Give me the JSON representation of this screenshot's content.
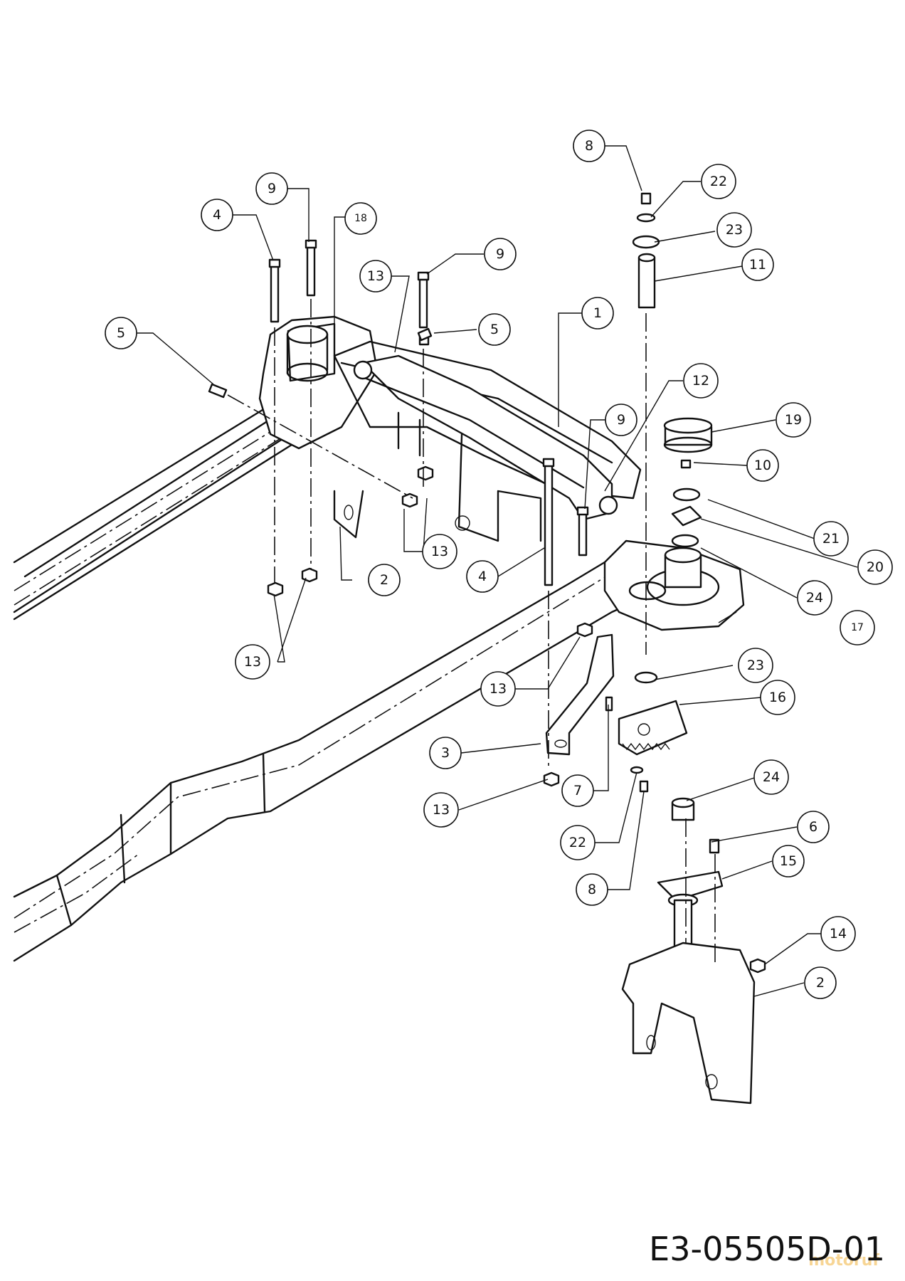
{
  "diagram": {
    "drawing_code": "E3-05505D-01",
    "watermark": "motoruf",
    "callouts": [
      {
        "id": "c8a",
        "label": "8"
      },
      {
        "id": "c22a",
        "label": "22"
      },
      {
        "id": "c23a",
        "label": "23"
      },
      {
        "id": "c11",
        "label": "11"
      },
      {
        "id": "c9a",
        "label": "9"
      },
      {
        "id": "c4a",
        "label": "4"
      },
      {
        "id": "c18",
        "label": "18"
      },
      {
        "id": "c9b",
        "label": "9"
      },
      {
        "id": "c13a",
        "label": "13"
      },
      {
        "id": "c1",
        "label": "1"
      },
      {
        "id": "c5a",
        "label": "5"
      },
      {
        "id": "c5b",
        "label": "5"
      },
      {
        "id": "c12",
        "label": "12"
      },
      {
        "id": "c9c",
        "label": "9"
      },
      {
        "id": "c19",
        "label": "19"
      },
      {
        "id": "c10",
        "label": "10"
      },
      {
        "id": "c21",
        "label": "21"
      },
      {
        "id": "c20",
        "label": "20"
      },
      {
        "id": "c13b",
        "label": "13"
      },
      {
        "id": "c4b",
        "label": "4"
      },
      {
        "id": "c2a",
        "label": "2"
      },
      {
        "id": "c24a",
        "label": "24"
      },
      {
        "id": "c17",
        "label": "17"
      },
      {
        "id": "c13c",
        "label": "13"
      },
      {
        "id": "c23b",
        "label": "23"
      },
      {
        "id": "c13d",
        "label": "13"
      },
      {
        "id": "c16",
        "label": "16"
      },
      {
        "id": "c3",
        "label": "3"
      },
      {
        "id": "c7",
        "label": "7"
      },
      {
        "id": "c24b",
        "label": "24"
      },
      {
        "id": "c13e",
        "label": "13"
      },
      {
        "id": "c22b",
        "label": "22"
      },
      {
        "id": "c6",
        "label": "6"
      },
      {
        "id": "c15",
        "label": "15"
      },
      {
        "id": "c8b",
        "label": "8"
      },
      {
        "id": "c14",
        "label": "14"
      },
      {
        "id": "c2b",
        "label": "2"
      }
    ]
  }
}
